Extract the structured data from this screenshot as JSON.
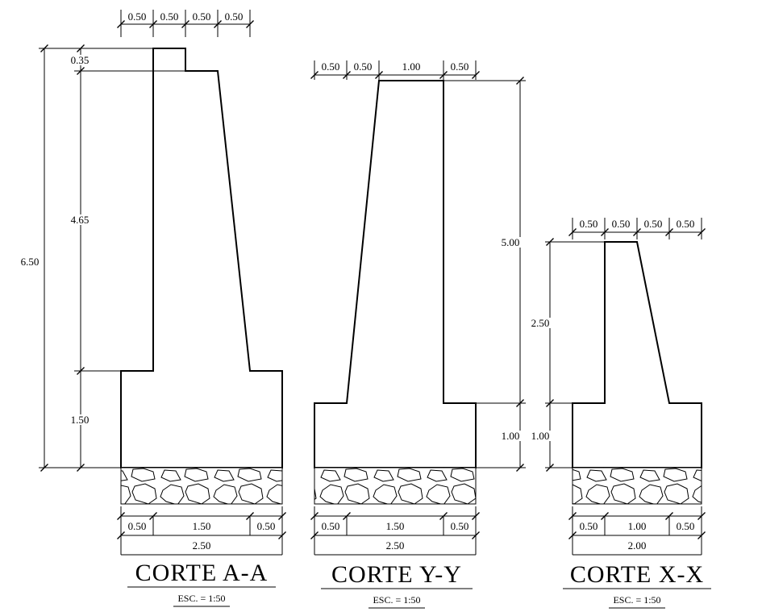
{
  "sections": [
    {
      "title": "CORTE A-A",
      "scale_note": "ESC. = 1:50",
      "top_dims": [
        "0.50",
        "0.50",
        "0.50",
        "0.50"
      ],
      "side_total": "6.50",
      "side_dims": [
        "0.35",
        "4.65",
        "1.50"
      ],
      "bottom_dims": [
        "0.50",
        "1.50",
        "0.50"
      ],
      "bottom_total": "2.50"
    },
    {
      "title": "CORTE Y-Y",
      "scale_note": "ESC. = 1:50",
      "top_dims": [
        "0.50",
        "0.50",
        "1.00",
        "0.50"
      ],
      "side_dims": [
        "5.00",
        "1.00"
      ],
      "bottom_dims": [
        "0.50",
        "1.50",
        "0.50"
      ],
      "bottom_total": "2.50"
    },
    {
      "title": "CORTE X-X",
      "scale_note": "ESC. = 1:50",
      "top_dims": [
        "0.50",
        "0.50",
        "0.50",
        "0.50"
      ],
      "side_dims": [
        "2.50",
        "1.00"
      ],
      "bottom_dims": [
        "0.50",
        "1.00",
        "0.50"
      ],
      "bottom_total": "2.00"
    }
  ],
  "colors": {
    "line": "#000000",
    "background": "#ffffff"
  }
}
